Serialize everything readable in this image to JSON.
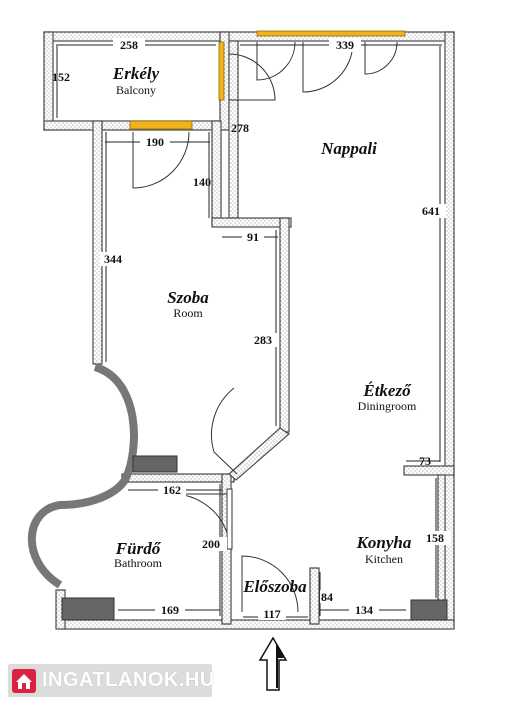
{
  "rooms": {
    "erkely": {
      "name": "Erkély",
      "subtitle": "Balcony"
    },
    "nappali": {
      "name": "Nappali"
    },
    "szoba": {
      "name": "Szoba",
      "subtitle": "Room"
    },
    "etkezo": {
      "name": "Étkező",
      "subtitle": "Diningroom"
    },
    "konyha": {
      "name": "Konyha",
      "subtitle": "Kitchen"
    },
    "furdo": {
      "name": "Fürdő",
      "subtitle": "Bathroom"
    },
    "eloszoba": {
      "name": "Előszoba"
    }
  },
  "dimensions": {
    "balcony_width": "258",
    "balcony_depth": "152",
    "living_width": "339",
    "partition_278": "278",
    "room_top_width": "190",
    "room_step_140": "140",
    "room_step_91": "91",
    "room_left": "344",
    "room_right": "283",
    "living_height": "641",
    "dining_step": "73",
    "bath_width": "162",
    "bath_height": "200",
    "bath_bottom": "169",
    "hall_width": "117",
    "hall_side": "84",
    "kitchen_width": "134",
    "kitchen_height": "158"
  },
  "colors": {
    "window": "#f2b21a",
    "wall": "#4a4a4a",
    "logo_background": "#dcdcdc",
    "logo_accent": "#d9233f"
  },
  "logo": {
    "text": "INGATLANOK.HU",
    "icon": "house-icon"
  }
}
